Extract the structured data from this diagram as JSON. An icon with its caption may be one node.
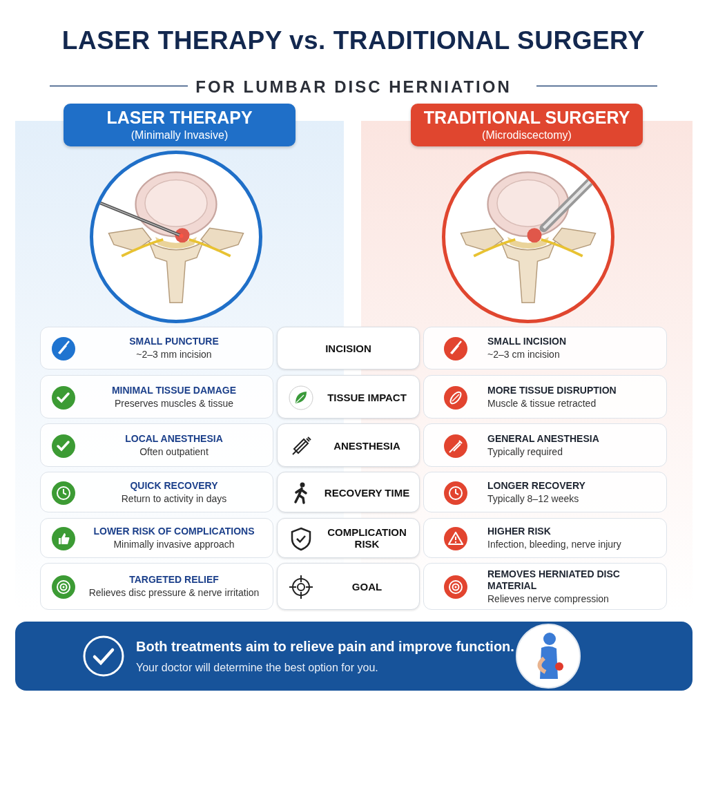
{
  "diagram": {
    "title": "LASER THERAPY vs. TRADITIONAL SURGERY",
    "nodes": [
      {
        "text": [
          "LASER THERAPY",
          "(Minimally Invasive)"
        ]
      },
      {
        "text": [],
        "shape": "picture",
        "in": 0
      },
      {
        "text": [
          "TRADITIONAL SURGERY",
          "(Microdiscectomy)"
        ]
      },
      {
        "text": [],
        "shape": "picture",
        "in": 2
      },
      {
        "text": [
          "SMALL PUNCTURE",
          "~2–3 mm incision"
        ],
        "in": 0
      },
      {
        "text": [
          "INCISION"
        ]
      },
      {
        "text": [
          "SMALL INCISION",
          "~2–3 cm incision"
        ],
        "in": 2
      },
      {
        "text": [
          "MINIMAL TISSUE DAMAGE",
          "Preserves muscles & tissue"
        ],
        "in": 0
      },
      {
        "text": [
          "TISSUE IMPACT"
        ]
      },
      {
        "text": [
          "MORE TISSUE DISRUPTION",
          "Muscle & tissue retracted"
        ],
        "in": 2
      },
      {
        "text": [
          "LOCAL ANESTHESIA",
          "Often outpatient"
        ],
        "in": 0
      },
      {
        "text": [
          "ANESTHESIA"
        ]
      },
      {
        "text": [
          "GENERAL ANESTHESIA",
          "Typically required"
        ],
        "in": 2
      },
      {
        "text": [
          "QUICK RECOVERY",
          "Return to activity in days"
        ],
        "in": 0
      },
      {
        "text": [
          "RECOVERY TIME"
        ]
      },
      {
        "text": [
          "LONGER RECOVERY",
          "Typically 8–12 weeks"
        ],
        "in": 2
      },
      {
        "text": [
          "LOWER RISK OF COMPLICATIONS",
          "Minimally invasive approach"
        ],
        "in": 0
      },
      {
        "text": [
          "COMPLICATION RISK"
        ]
      },
      {
        "text": [
          "HIGHER RISK",
          "Infection, bleeding, nerve injury"
        ],
        "in": 2
      },
      {
        "text": [
          "TARGETED RELIEF",
          "Relieves disc pressure & nerve irritation"
        ],
        "in": 0
      },
      {
        "text": [
          "GOAL"
        ]
      },
      {
        "text": [
          "REMOVES HERNIATED DISC MATERIAL",
          "Relieves nerve compression"
        ],
        "in": 2
      },
      {
        "text": [
          "Both treatments aim to relieve pain and improve function.",
          "Your doctor will determine the best option for you."
        ]
      }
    ],
    "edges": [],
    "labels": [
      "FOR LUMBAR DISC HERNIATION"
    ]
  }
}
